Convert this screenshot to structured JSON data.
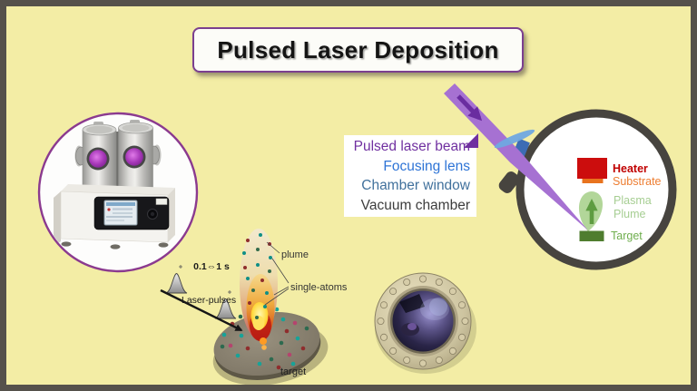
{
  "title": {
    "text": "Pulsed Laser Deposition"
  },
  "legend": {
    "items": [
      {
        "label": "Pulsed laser beam",
        "color": "#7030a0"
      },
      {
        "label": "Focusing lens",
        "color": "#2e74d6"
      },
      {
        "label": "Chamber window",
        "color": "#41719c"
      },
      {
        "label": "Vacuum chamber",
        "color": "#3d3d3d"
      }
    ]
  },
  "center_diagram": {
    "pulse_interval_label": "0.1⇔1 s",
    "laser_pulses_label": "Laser-pulses",
    "plume_label": "plume",
    "single_atoms_label": "single-atoms",
    "target_label": "target"
  },
  "chamber_diagram": {
    "heater_label": "Heater",
    "substrate_label": "Substrate",
    "plasma_label": "Plasma",
    "plume_label": "Plume",
    "target_label": "Target",
    "colors": {
      "heater": "#cc0d0d",
      "substrate": "#e8731e",
      "plasma_plume": "#aed494",
      "target": "#4f7d2f",
      "beam": "#a671d2",
      "beam_arrow": "#6a2da0",
      "lens": "#6fa8e0",
      "window": "#3c6cb4",
      "chamber_wall": "#47443f"
    }
  },
  "colors": {
    "background": "#f3eda5",
    "frame_border": "#55514b",
    "title_border": "#7b3f8f"
  }
}
